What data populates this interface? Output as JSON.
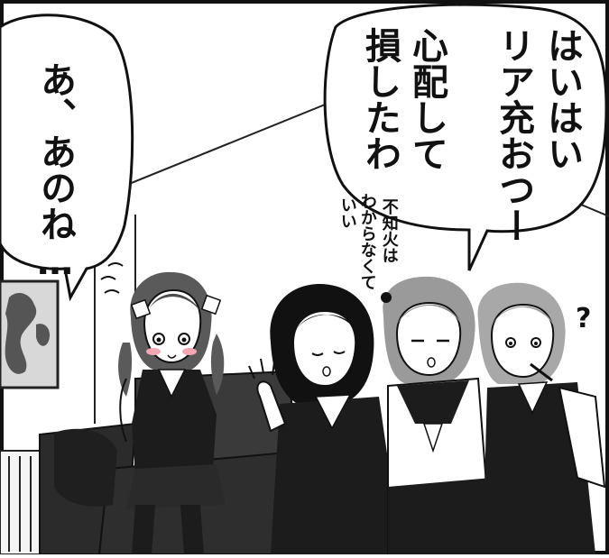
{
  "bubbles": {
    "left": {
      "text": "あ、あのね…"
    },
    "right": {
      "col1": "はいはい",
      "col2": "リア充おつー",
      "col3": "心配して",
      "col4": "損したわ"
    }
  },
  "aside": {
    "col1": "不知火は",
    "col2": "わからなくて",
    "col3": "いい"
  },
  "question_mark": "?",
  "colors": {
    "ink": "#111111",
    "paper": "#ffffff",
    "grey": "#8a8a8a",
    "blush": "#f2a7b3"
  }
}
